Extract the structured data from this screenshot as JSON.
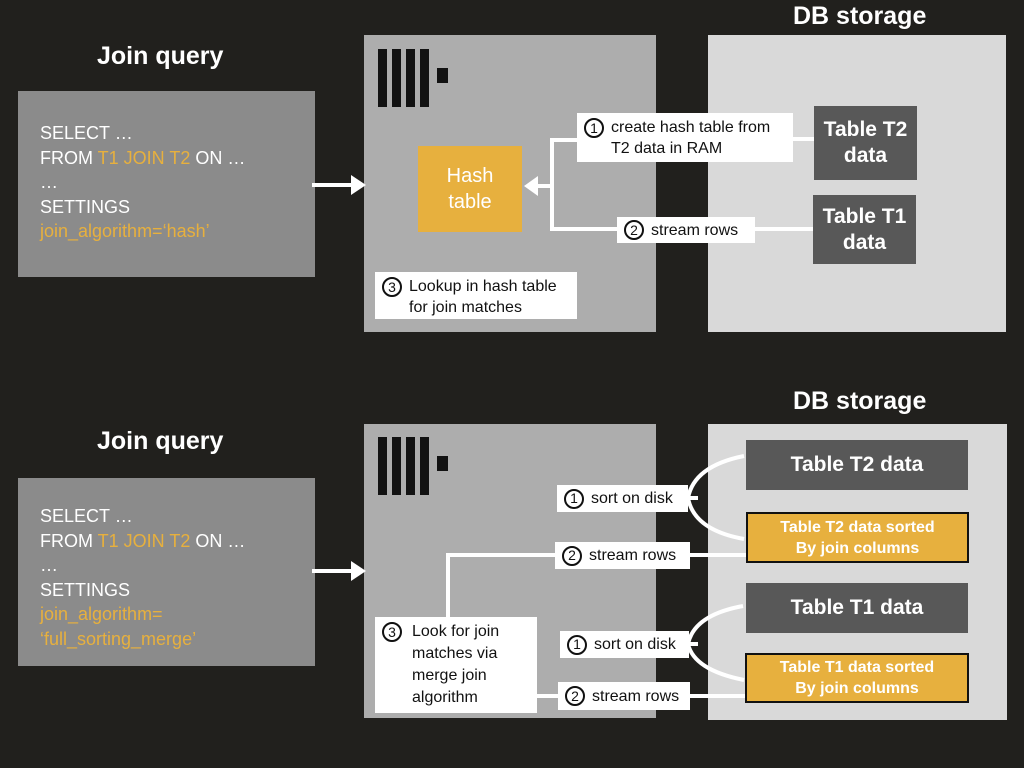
{
  "colors": {
    "background": "#21201d",
    "query_panel_gray": "#8b8b8b",
    "server_panel_gray": "#adadad",
    "db_panel_gray": "#d9d9d9",
    "table_box_dark": "#585858",
    "accent_orange": "#e7b03e",
    "annotation_text": "#111111",
    "text_white": "#ffffff"
  },
  "top": {
    "join_query_title": "Join query",
    "db_storage_title": "DB storage",
    "sql": {
      "l1": "SELECT …",
      "l2a": "FROM ",
      "l2b": "T1 JOIN T2",
      "l2c": " ON …",
      "l3": "…",
      "l4": "SETTINGS",
      "l5": "join_algorithm=‘hash’"
    },
    "hash_table": {
      "l1": "Hash",
      "l2": "table"
    },
    "t2_box": {
      "l1": "Table T2",
      "l2": "data"
    },
    "t1_box": {
      "l1": "Table T1",
      "l2": "data"
    },
    "step1": {
      "n": "1",
      "l1": "create hash table from",
      "l2": "T2 data in RAM"
    },
    "step2": {
      "n": "2",
      "text": "stream rows"
    },
    "step3": {
      "n": "3",
      "l1": "Lookup in hash table",
      "l2": "for join matches"
    }
  },
  "bottom": {
    "join_query_title": "Join query",
    "db_storage_title": "DB storage",
    "sql": {
      "l1": "SELECT …",
      "l2a": "FROM ",
      "l2b": "T1 JOIN T2",
      "l2c": " ON …",
      "l3": "…",
      "l4": "SETTINGS",
      "l5": "join_algorithm=",
      "l6": "‘full_sorting_merge’"
    },
    "t2_box": "Table T2 data",
    "t2_sorted": {
      "l1": "Table T2 data sorted",
      "l2": "By join columns"
    },
    "t1_box": "Table T1 data",
    "t1_sorted": {
      "l1": "Table T1 data sorted",
      "l2": "By join columns"
    },
    "sort1": {
      "n": "1",
      "text": "sort on disk"
    },
    "stream1": {
      "n": "2",
      "text": "stream rows"
    },
    "sort2": {
      "n": "1",
      "text": "sort on disk"
    },
    "stream2": {
      "n": "2",
      "text": "stream rows"
    },
    "step3": {
      "n": "3",
      "l1": "Look for join",
      "l2": "matches via",
      "l3": "merge join",
      "l4": "algorithm"
    }
  }
}
